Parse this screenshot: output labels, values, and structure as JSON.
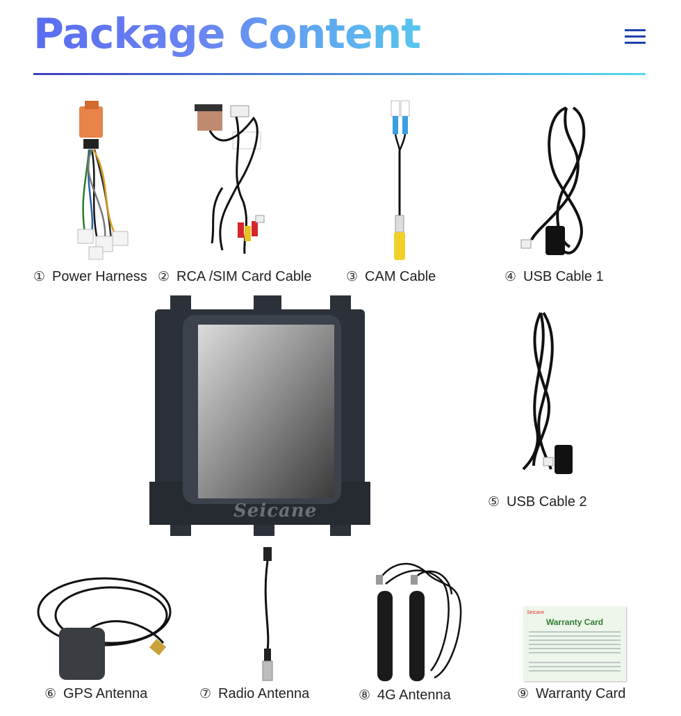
{
  "header": {
    "title": "Package Content"
  },
  "items": [
    {
      "num": "①",
      "label": "Power Harness"
    },
    {
      "num": "②",
      "label": "RCA /SIM Card Cable"
    },
    {
      "num": "③",
      "label": "CAM Cable"
    },
    {
      "num": "④",
      "label": "USB Cable 1"
    },
    {
      "num": "⑤",
      "label": "USB Cable 2"
    },
    {
      "num": "⑥",
      "label": "GPS Antenna"
    },
    {
      "num": "⑦",
      "label": "Radio Antenna"
    },
    {
      "num": "⑧",
      "label": "4G Antenna"
    },
    {
      "num": "⑨",
      "label": "Warranty Card"
    }
  ],
  "radio_unit": {
    "brand": "Seicane"
  },
  "warranty_card": {
    "brand": "Seicane",
    "title": "Warranty Card"
  },
  "colors": {
    "title_start": "#5a6cf0",
    "title_end": "#56c6ee",
    "menu": "#1e3fb0"
  },
  "icons": {
    "menu": "hamburger-menu-icon"
  }
}
